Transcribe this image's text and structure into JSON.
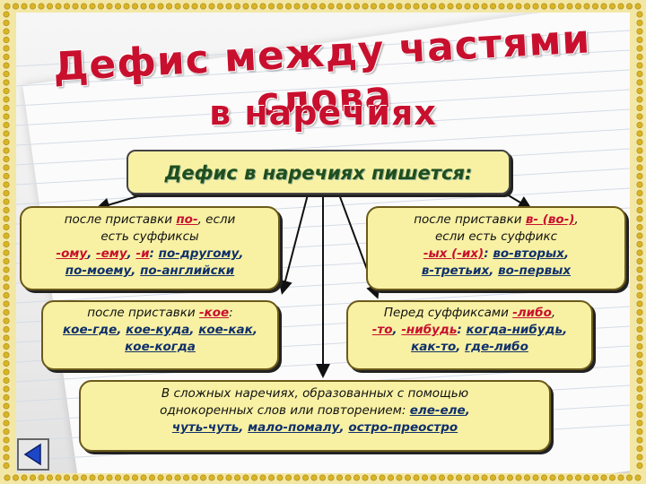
{
  "title": {
    "line1": "Дефис между частями слова",
    "line2": "в наречиях"
  },
  "top_box": "Дефис в наречиях пишется:",
  "box1": {
    "l1a": "после приставки ",
    "l1b": "по-",
    "l1c": ", если",
    "l2": "есть суффиксы",
    "l3a": "-ому",
    "l3b": ", ",
    "l3c": "-ему",
    "l3d": ", ",
    "l3e": "-и",
    "l3f": ": ",
    "l3g": "по-другому",
    "l3h": ",",
    "l4a": "по-моему",
    "l4b": ", ",
    "l4c": "по-английски"
  },
  "box2": {
    "l1a": "после приставки ",
    "l1b": "в- (во-)",
    "l1c": ",",
    "l2": "если есть суффикс",
    "l3a": "-ых (-их)",
    "l3b": ": ",
    "l3c": "во-вторых",
    "l3d": ",",
    "l4a": "в-третьих",
    "l4b": ", ",
    "l4c": "во-первых"
  },
  "box3": {
    "l1a": "после приставки ",
    "l1b": "-кое",
    "l1c": ":",
    "l2a": "кое-где",
    "l2b": ", ",
    "l2c": "кое-куда",
    "l2d": ", ",
    "l2e": "кое-как",
    "l2f": ",",
    "l3": "кое-когда"
  },
  "box4": {
    "l1a": "Перед суффиксами ",
    "l1b": "-либо",
    "l1c": ",",
    "l2a": "-то",
    "l2b": ", ",
    "l2c": "-нибудь",
    "l2d": ": ",
    "l2e": "когда-нибудь",
    "l2f": ",",
    "l3a": "как-то",
    "l3b": ", ",
    "l3c": "где-либо"
  },
  "box5": {
    "l1": "В сложных наречиях, образованных с помощью",
    "l2a": "однокоренных слов или повторением: ",
    "l2b": "еле-еле",
    "l2c": ",",
    "l3a": "чуть-чуть",
    "l3b": ",  ",
    "l3c": "мало-помалу",
    "l3d": ", ",
    "l3e": "остро-преостро"
  },
  "colors": {
    "title": "#c8102e",
    "box_fill": "#f8f1a4",
    "frame": "#f3e7a6",
    "heading_green": "#1f4e1f"
  },
  "nav": {
    "icon": "triangle-left-icon"
  }
}
